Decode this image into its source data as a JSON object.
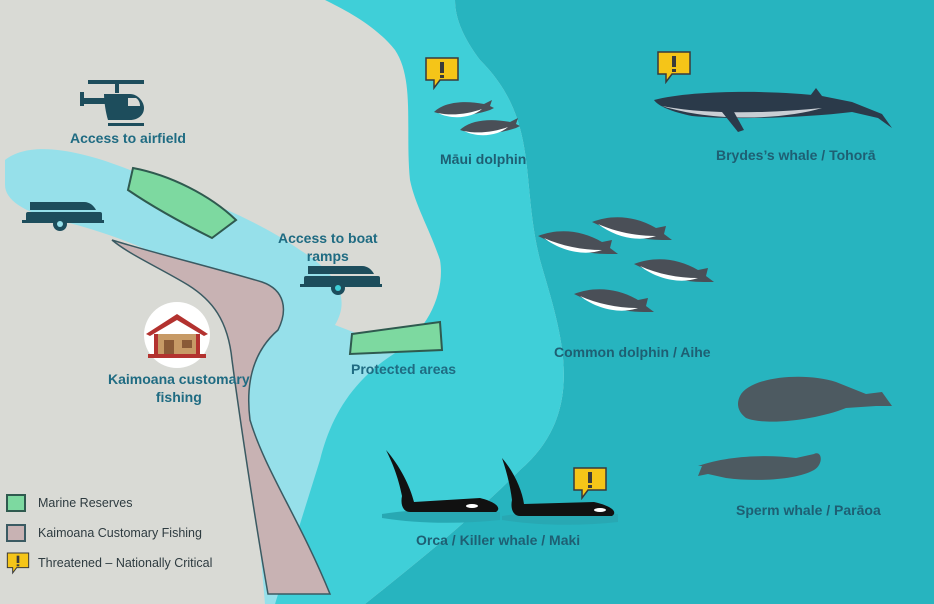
{
  "colors": {
    "land": "#d9dad5",
    "shallow_water": "#96e0ea",
    "coastal_water": "#3fcfd8",
    "deep_water": "#27b4bf",
    "marine_reserve": "#7dd9a0",
    "customary_fishing": "#c8b2b3",
    "threatened_badge": "#f5c518",
    "label_text": "#1f6b82",
    "icon_dark": "#1d4d5c"
  },
  "labels": {
    "airfield": "Access to airfield",
    "boat_ramps_line1": "Access to boat",
    "boat_ramps_line2": "ramps",
    "kaimoana_line1": "Kaimoana customary",
    "kaimoana_line2": "fishing",
    "protected": "Protected areas"
  },
  "species": {
    "maui": "Māui dolphin",
    "brydes": "Brydes’s whale / Tohorā",
    "common": "Common dolphin / Aihe",
    "sperm": "Sperm whale / Parāoa",
    "orca": "Orca / Killer whale / Maki"
  },
  "threatened_species": [
    "Māui dolphin",
    "Brydes’s whale / Tohorā",
    "Orca / Killer whale / Maki"
  ],
  "legend": {
    "items": [
      {
        "label": "Marine Reserves",
        "kind": "swatch-green"
      },
      {
        "label": "Kaimoana Customary Fishing",
        "kind": "swatch-pink"
      },
      {
        "label": "Threatened – Nationally Critical",
        "kind": "badge-icon"
      }
    ]
  },
  "icons": {
    "airfield": "helicopter-icon",
    "boat_ramp": "boat-trailer-icon",
    "kaimoana": "marae-house-icon",
    "threatened": "exclamation-badge-icon"
  }
}
